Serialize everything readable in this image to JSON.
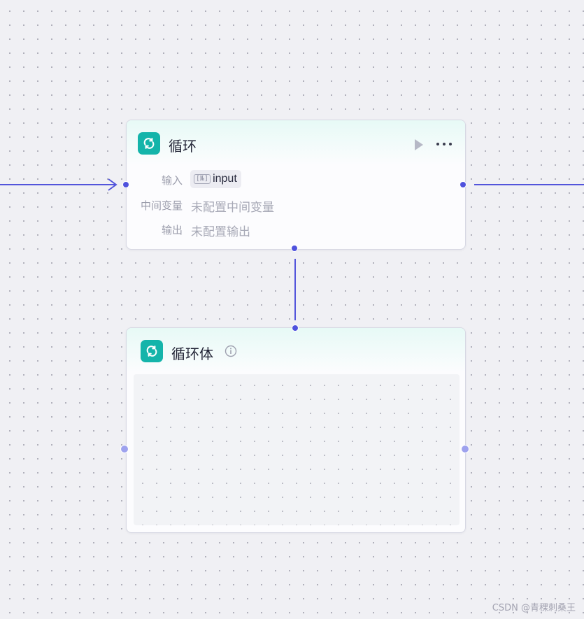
{
  "loop_node": {
    "title": "循环",
    "icon": "loop-icon",
    "fields": [
      {
        "label": "输入",
        "value": "input",
        "value_type_icon": "[№]"
      },
      {
        "label": "中间变量",
        "value": "未配置中间变量"
      },
      {
        "label": "输出",
        "value": "未配置输出"
      }
    ]
  },
  "loop_body_node": {
    "title": "循环体",
    "icon": "loop-icon",
    "info_icon": "ⓘ"
  },
  "colors": {
    "accent": "#14b4aa",
    "edge": "#5355db",
    "canvas": "#f0f0f4"
  },
  "watermark": "CSDN @青稞刺桑王"
}
